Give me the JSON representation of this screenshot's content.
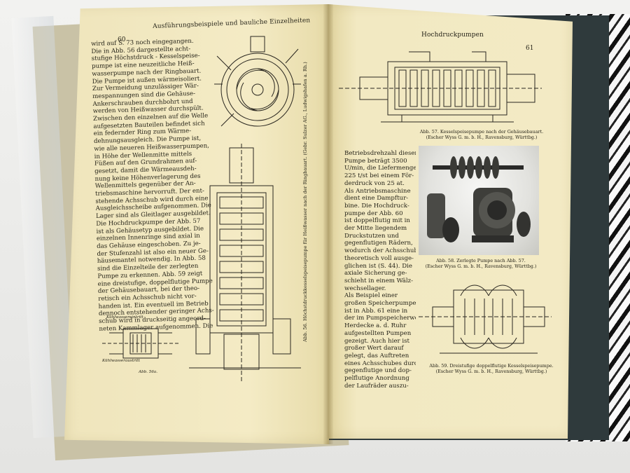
{
  "left_page": {
    "page_number": "60",
    "running_head": "Ausführungsbeispiele und bauliche Einzelheiten",
    "body_lines": [
      "wird auf S. 73 noch eingegangen.",
      "Die in Abb. 56 dargestellte acht-",
      "stufige Höchstdruck - Kesselspeise-",
      "pumpe ist eine neuzeitliche Heiß-",
      "wasserpumpe nach der Ringbauart.",
      "Die Pumpe ist außen wärmeisoliert.",
      "Zur Vermeidung unzulässiger Wär-",
      "mespannungen sind die Gehäuse-",
      "Ankerschrauben durchbohrt und",
      "werden von Heißwasser durchspült.",
      "Zwischen den einzelnen auf die Welle",
      "aufgesetzten Bauteilen befindet sich",
      "ein federnder Ring zum Wärme-",
      "dehnungsausgleich. Die Pumpe ist,",
      "wie alle neueren Heißwasserpumpen,",
      "in Höhe der Wellenmitte mittels",
      "Füßen auf den Grundrahmen auf-",
      "gesetzt, damit die Wärmeausdeh-",
      "nung keine Höhenverlagerung des",
      "Wellenmittels gegenüber der An-",
      "triebsmaschine hervorruft. Der ent-",
      "stehende Achsschub wird durch eine",
      "Ausgleichsscheibe aufgenommen. Die",
      "Lager sind als Gleitlager ausgebildet.",
      "Die Hochdruckpumpe der Abb. 57",
      "ist als Gehäusetyp ausgebildet. Die",
      "einzelnen Innenringe sind axial in",
      "das Gehäuse eingeschoben. Zu je-",
      "der Stufenzahl ist also ein neuer Ge-",
      "häusemantel notwendig. In Abb. 58",
      "sind die Einzelteile der zerlegten",
      "Pumpe zu erkennen. Abb. 59 zeigt",
      "eine dreistufige, doppelflutige Pumpe",
      "der Gehäusebauart, bei der theo-",
      "retisch ein Achsschub nicht vor-",
      "handen ist. Ein eventuell im Betrieb",
      "dennoch entstehender geringer Achs-",
      "schub wird in druckseitig angeord-",
      "neten Kammlager aufgenommen. Die"
    ],
    "figure_56_caption_vertical": "Abb. 56. Höchstdruckkesselspeisepumpe für Heißwasser nach der Ringbauart. (Gebr. Sulzer AG., Ludwigshafen a. Rh.)",
    "figure_56a_label": "Abb. 56a.",
    "figure_56a_annotations": [
      "Kühlwassereintritt",
      "Kühlwasseraustritt"
    ]
  },
  "right_page": {
    "page_number": "61",
    "running_head": "Hochdruckpumpen",
    "body_lines": [
      "Betriebsdrehzahl dieser",
      "Pumpe beträgt 3500",
      "U/min, die Liefermenge",
      "225 t/st bei einem För-",
      "derdruck von 25 at.",
      "Als Antriebsmaschine",
      "dient eine Dampftur-",
      "bine. Die Hochdruck-",
      "pumpe der Abb. 60",
      "ist doppelflutig mit in",
      "der Mitte liegendem",
      "Druckstutzen und",
      "gegenflutigen Rädern,",
      "wodurch der Achsschub",
      "theoretisch voll ausge-",
      "glichen ist (S. 44). Die",
      "axiale Sicherung ge-",
      "schieht in einem Wälz-",
      "wechsellager.",
      "Als Beispiel einer",
      "großen Speicherpumpe",
      "ist in Abb. 61 eine in",
      "der im Pumpspeicherwerk",
      "Herdecke a. d. Ruhr",
      "aufgestellten Pumpen",
      "gezeigt. Auch hier ist",
      "großer Wert darauf",
      "gelegt, das Auftreten",
      "eines Achsschubes durch",
      "gegenflutige und dop-",
      "pelflutige Anordnung",
      "der Laufräder auszu-"
    ],
    "figure_57_caption": [
      "Abb. 57. Kesselspeisepumpe nach der Gehäusebauart.",
      "(Escher Wyss G. m. b. H., Ravensburg, Württbg.)"
    ],
    "figure_58_caption": [
      "Abb. 58. Zerlegte Pumpe nach Abb. 57.",
      "(Escher Wyss G. m. b. H., Ravensburg, Württbg.)"
    ],
    "figure_59_caption": [
      "Abb. 59. Dreistufige doppelflutige Kesselspeisepumpe.",
      "(Escher Wyss G. m. b. H., Ravensburg, Württbg.)"
    ]
  },
  "colors": {
    "paper": "#f0e6bd",
    "ink": "#262419",
    "cover_dark": "#2f3a3c",
    "cover_left": "#c9c2a6"
  }
}
